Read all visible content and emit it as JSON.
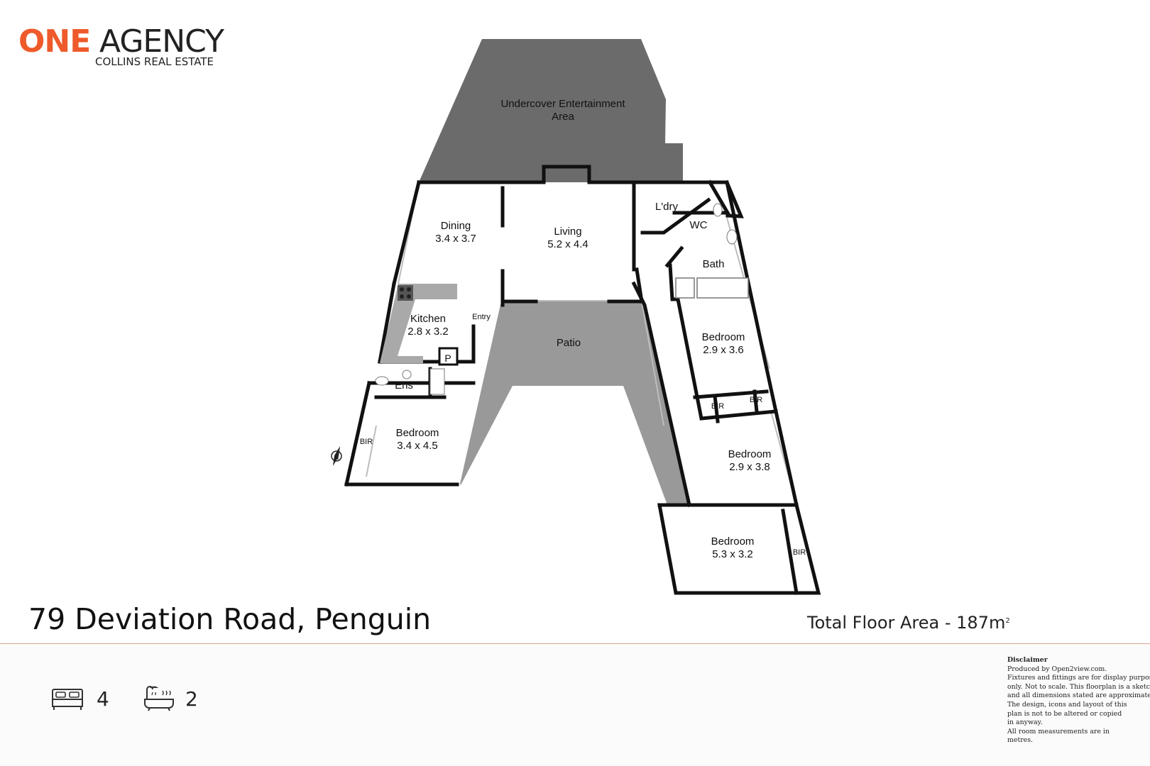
{
  "brand": {
    "name_part1": "ONE",
    "name_part2": "AGENCY",
    "subtitle": "COLLINS REAL ESTATE",
    "accent_color": "#ee5a2b"
  },
  "floorplan": {
    "rooms": {
      "undercover_name": "Undercover Entertainment",
      "undercover_name2": "Area",
      "dining_name": "Dining",
      "dining_dims": "3.4 x 3.7",
      "living_name": "Living",
      "living_dims": "5.2 x 4.4",
      "laundry_name": "L'dry",
      "wc_name": "WC",
      "bath_name": "Bath",
      "kitchen_name": "Kitchen",
      "kitchen_dims": "2.8 x 3.2",
      "entry_name": "Entry",
      "pantry_name": "P",
      "patio_name": "Patio",
      "ensuite_name": "Ens",
      "bed1_name": "Bedroom",
      "bed1_dims": "3.4 x 4.5",
      "bed1_bir": "BIR",
      "bed2_name": "Bedroom",
      "bed2_dims": "2.9 x 3.6",
      "bir_a": "BIR",
      "bir_b": "BIR",
      "bed3_name": "Bedroom",
      "bed3_dims": "2.9 x 3.8",
      "bed4_name": "Bedroom",
      "bed4_dims": "5.3 x 3.2",
      "bed4_bir": "BIR",
      "compass": "N"
    },
    "shaded_colors": {
      "undercover": "#6b6b6b",
      "patio": "#999999"
    }
  },
  "property": {
    "address": "79 Deviation Road, Penguin",
    "total_area_label": "Total Floor Area - 187m",
    "total_area_sup": "2",
    "beds_icon": "bed-icon",
    "beds": "4",
    "baths_icon": "bathtub-icon",
    "baths": "2"
  },
  "disclaimer": {
    "title": "Disclaimer",
    "lines": [
      "Produced by Open2view.com.",
      "Fixtures and fittings are for display purposes",
      "only. Not to scale. This floorplan is a sketch,",
      "and all dimensions stated are approximate.",
      "The design, icons and layout of this",
      "plan is not to be altered or copied",
      "in anyway.",
      "All room measurements are in",
      "metres."
    ]
  }
}
